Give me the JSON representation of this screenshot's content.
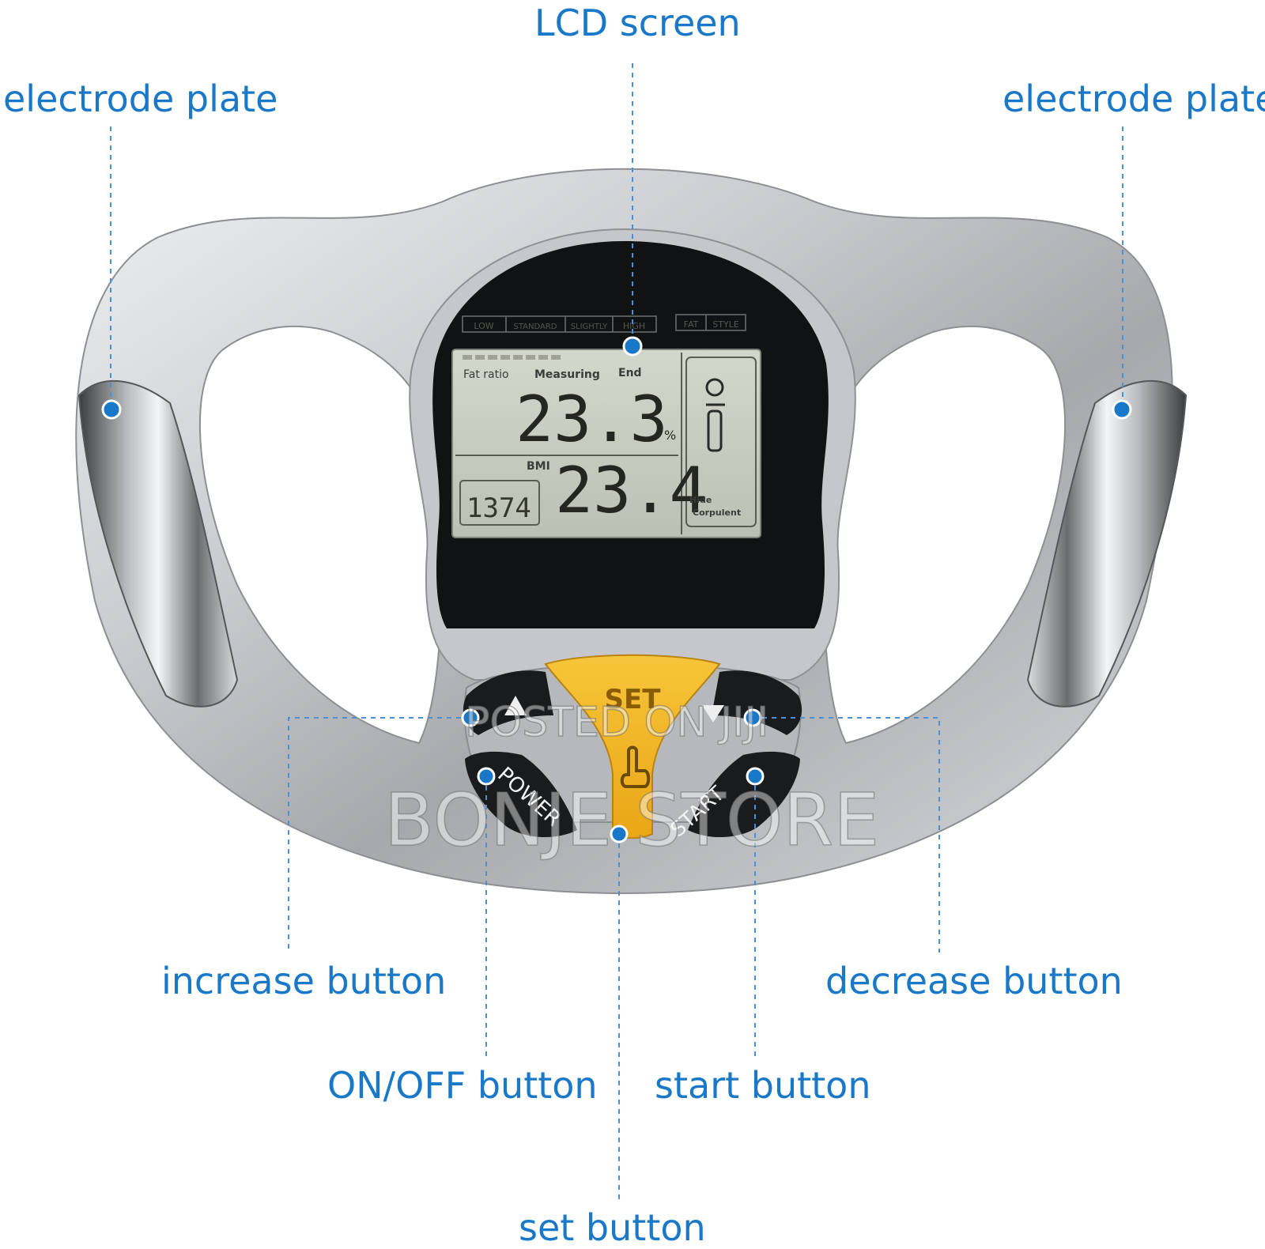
{
  "callouts": {
    "lcd_screen": "LCD screen",
    "electrode_plate_left": "electrode plate",
    "electrode_plate_right": "electrode plate",
    "increase_button": "increase button",
    "decrease_button": "decrease button",
    "on_off_button": "ON/OFF button",
    "start_button": "start button",
    "set_button": "set button"
  },
  "lcd": {
    "range_labels": [
      "LOW",
      "STANDARD",
      "SLIGHTLY",
      "HIGH"
    ],
    "style_labels": [
      "FAT",
      "STYLE"
    ],
    "mode_labels": [
      "Fat ratio",
      "Measuring",
      "End"
    ],
    "fat_ratio_value": "23.3",
    "fat_ratio_unit": "%",
    "bmi_label": "BMI",
    "bmi_value": "23.4",
    "bmr_value": "1374",
    "body_type_labels": [
      "Hide",
      "Corpulent"
    ]
  },
  "device_buttons": {
    "set": "SET",
    "power": "POWER",
    "start": "START"
  },
  "icons": {
    "increase": "up-triangle-icon",
    "decrease": "down-triangle-icon",
    "set": "hand-pointer-icon",
    "body_figure": "person-icon"
  },
  "watermark": {
    "line1": "POSTED ON JIJI",
    "line2": "BONJE STORE"
  },
  "colors": {
    "callout_text": "#1a78c8",
    "leader_line": "#4a90d9",
    "marker_dot": "#1a78c8",
    "set_button": "#f2b21c",
    "lcd_background": "#c8cbc0",
    "device_body": "#c0c2c5"
  }
}
